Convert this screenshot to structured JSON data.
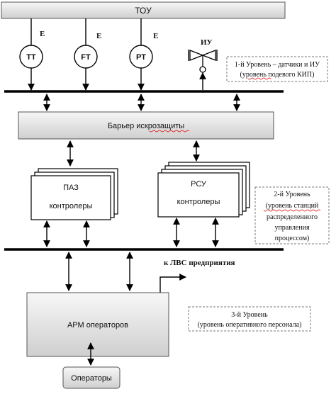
{
  "top": {
    "label": "ТОУ"
  },
  "sensors": [
    {
      "label": "TT",
      "signal": "E"
    },
    {
      "label": "FT",
      "signal": "E"
    },
    {
      "label": "PT",
      "signal": "E"
    }
  ],
  "actuator": {
    "label": "ИУ"
  },
  "barrier": {
    "label": "Барьер искрозащиты"
  },
  "paz": {
    "line1": "ПАЗ",
    "line2": "контролеры"
  },
  "rsu": {
    "line1": "РСУ",
    "line2": "контролеры"
  },
  "lan": {
    "label": "к ЛВС предприятия"
  },
  "arm": {
    "label": "АРМ операторов"
  },
  "operators": {
    "label": "Операторы"
  },
  "levels": [
    {
      "lines": [
        "1-й Уровень – датчики и ИУ",
        "(уровень подевого КИП)"
      ]
    },
    {
      "lines": [
        "2-й Уровень",
        "(уровень станций",
        "распределенного",
        "управления",
        "процессом)"
      ]
    },
    {
      "lines": [
        "3-й Уровень",
        "(уровень оперативного персонала)"
      ]
    }
  ]
}
